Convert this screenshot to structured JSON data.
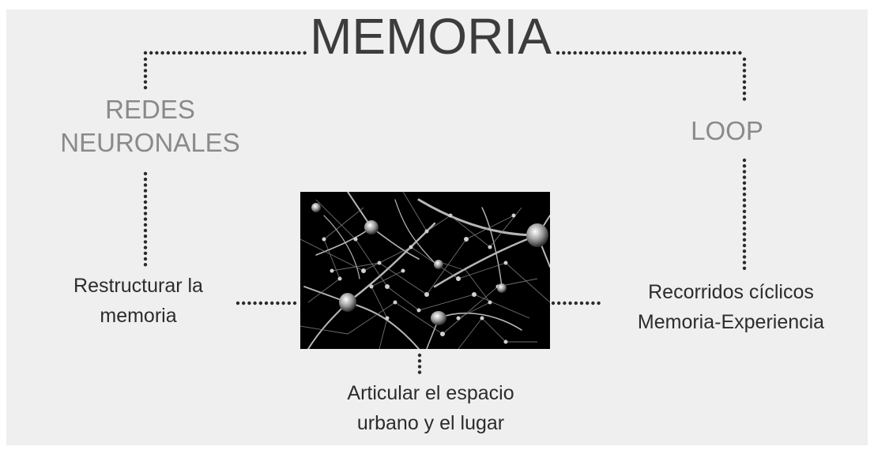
{
  "title": "MEMORIA",
  "left_branch": {
    "label_line1": "REDES",
    "label_line2": "NEURONALES"
  },
  "right_branch": {
    "label": "LOOP"
  },
  "left_outcome": {
    "line1": "Restructurar la",
    "line2": "memoria"
  },
  "right_outcome": {
    "line1": "Recorridos cíclicos",
    "line2": "Memoria-Experiencia"
  },
  "bottom_outcome": {
    "line1": "Articular el espacio",
    "line2": "urbano y el lugar"
  },
  "image": {
    "subject": "neural-network-photo",
    "background": "#000000"
  },
  "colors": {
    "background": "#efefef",
    "title": "#3c3c3c",
    "branch_label": "#8a8a8a",
    "body_text": "#2c2c2c",
    "connector": "#2a2a2a"
  }
}
